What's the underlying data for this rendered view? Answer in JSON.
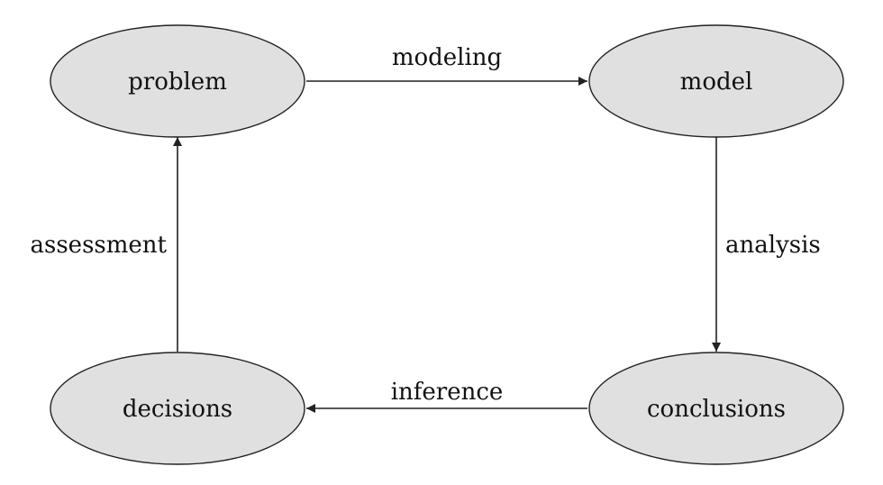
{
  "diagram": {
    "nodes": {
      "problem": "problem",
      "model": "model",
      "conclusions": "conclusions",
      "decisions": "decisions"
    },
    "edges": {
      "modeling": "modeling",
      "analysis": "analysis",
      "inference": "inference",
      "assessment": "assessment"
    },
    "colors": {
      "node_fill": "#e0e0e0",
      "stroke": "#222222",
      "text": "#111111"
    }
  }
}
